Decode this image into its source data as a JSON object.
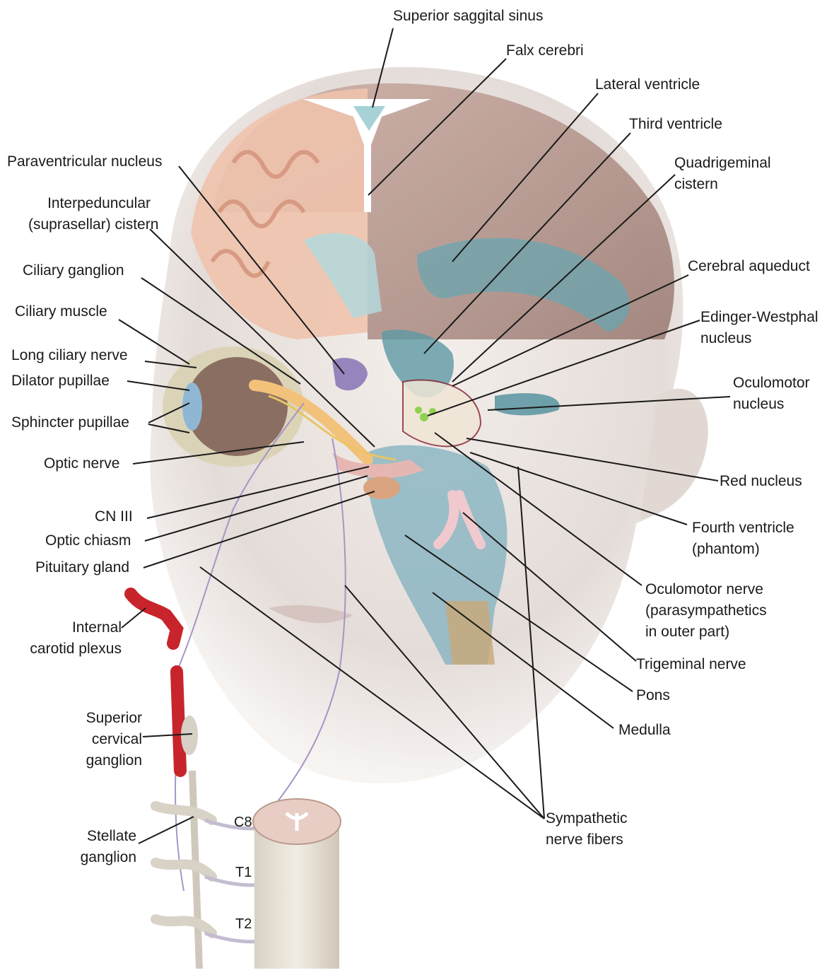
{
  "labels": {
    "superior_saggital_sinus": "Superior saggital sinus",
    "falx_cerebri": "Falx cerebri",
    "lateral_ventricle": "Lateral ventricle",
    "third_ventricle": "Third ventricle",
    "quadrigeminal_cistern": [
      "Quadrigeminal",
      "cistern"
    ],
    "paraventricular_nucleus": "Paraventricular nucleus",
    "interpeduncular_cistern": [
      "Interpeduncular",
      "(suprasellar) cistern"
    ],
    "ciliary_ganglion": "Ciliary ganglion",
    "cerebral_aqueduct": "Cerebral aqueduct",
    "ciliary_muscle": "Ciliary muscle",
    "edinger_westphal_nucleus": [
      "Edinger-Westphal",
      "nucleus"
    ],
    "long_ciliary_nerve": "Long ciliary nerve",
    "dilator_pupillae": "Dilator pupillae",
    "oculomotor_nucleus": [
      "Oculomotor",
      "nucleus"
    ],
    "sphincter_pupillae": "Sphincter pupillae",
    "optic_nerve": "Optic nerve",
    "red_nucleus": "Red nucleus",
    "cn_iii": "CN III",
    "fourth_ventricle": [
      "Fourth ventricle",
      "(phantom)"
    ],
    "optic_chiasm": "Optic chiasm",
    "pituitary_gland": "Pituitary gland",
    "oculomotor_nerve": [
      "Oculomotor nerve",
      "(parasympathetics",
      "in outer part)"
    ],
    "internal_carotid_plexus": [
      "Internal",
      "carotid plexus"
    ],
    "trigeminal_nerve": "Trigeminal nerve",
    "pons": "Pons",
    "superior_cervical_ganglion": [
      "Superior",
      "cervical",
      "ganglion"
    ],
    "medulla": "Medulla",
    "stellate_ganglion": [
      "Stellate",
      "ganglion"
    ],
    "sympathetic_nerve_fibers": [
      "Sympathetic",
      "nerve fibers"
    ]
  },
  "segments": {
    "c8": "C8",
    "t1": "T1",
    "t2": "T2"
  },
  "colors": {
    "skin": "#eae3df",
    "brain_cortex": "#e9b9a0",
    "ventricle": "#6aa6b0",
    "artery": "#c8242c",
    "nerve": "#9f8fbf",
    "leader": "#1a1a1a"
  }
}
